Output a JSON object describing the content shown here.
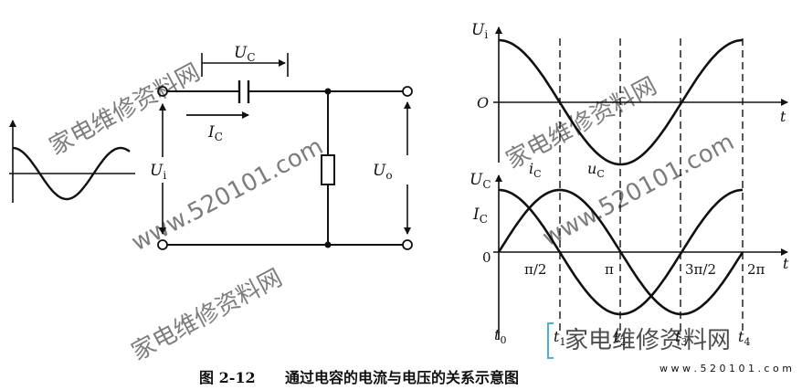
{
  "caption": {
    "number": "图 2-12",
    "text": "通过电容的电流与电压的关系示意图"
  },
  "circuit": {
    "uc_label": "U",
    "uc_sub": "C",
    "ic_label": "I",
    "ic_sub": "C",
    "ui_label": "U",
    "ui_sub": "i",
    "uo_label": "U",
    "uo_sub": "o"
  },
  "top_graph": {
    "y_label": "U",
    "y_sub": "i",
    "origin_label": "O",
    "t_label": "t"
  },
  "bottom_graph": {
    "y_label_1": "U",
    "y_sub_1": "C",
    "y_label_2": "I",
    "y_sub_2": "C",
    "ic_curve_label": "i",
    "ic_curve_sub": "C",
    "uc_curve_label": "u",
    "uc_curve_sub": "C",
    "zero_label": "0",
    "t_label": "t",
    "phase_ticks": [
      "π/2",
      "π",
      "3π/2",
      "2π"
    ],
    "time_ticks": [
      {
        "base": "t",
        "sub": "0"
      },
      {
        "base": "t",
        "sub": "1"
      },
      {
        "base": "t",
        "sub": "2"
      },
      {
        "base": "t",
        "sub": "3"
      },
      {
        "base": "t",
        "sub": "4"
      }
    ]
  },
  "watermarks": {
    "brand": "家电维修资料网",
    "url": "www.520101.com",
    "logo_cn": "家电维修资料网",
    "logo_url": "w w w . 5 2 0 1 0 1 . c o m"
  }
}
